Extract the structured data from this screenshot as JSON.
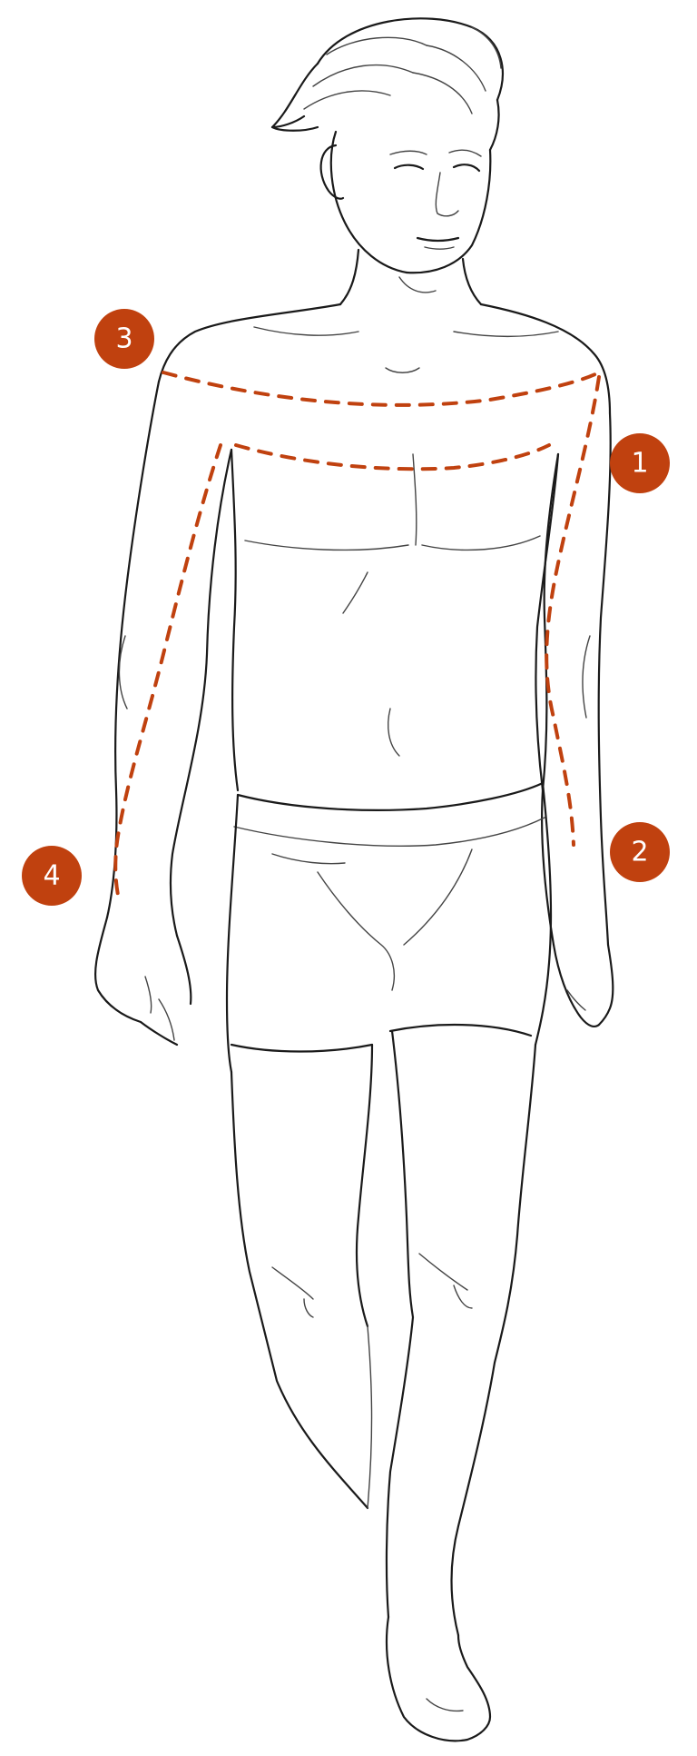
{
  "figure": {
    "subject": "male-body-measurement-sketch",
    "accent_color": "#c0410f",
    "line_color": "#1a1a1a",
    "badge_text_color": "#ffffff",
    "markers": [
      {
        "id": "1",
        "label": "1"
      },
      {
        "id": "2",
        "label": "2"
      },
      {
        "id": "3",
        "label": "3"
      },
      {
        "id": "4",
        "label": "4"
      }
    ]
  }
}
